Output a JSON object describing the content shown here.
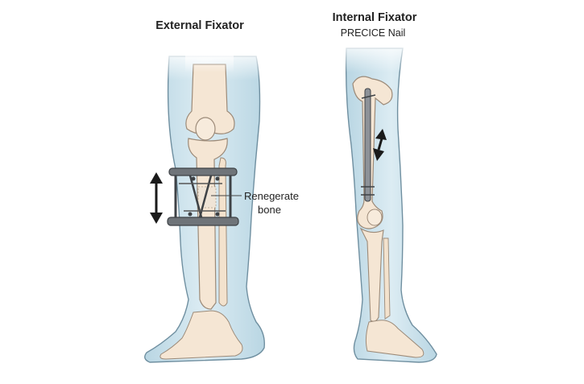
{
  "left_panel": {
    "title": "External Fixator",
    "callout_line1": "Renegerate",
    "callout_line2": "bone"
  },
  "right_panel": {
    "title": "Internal Fixator",
    "subtitle": "PRECICE Nail"
  },
  "colors": {
    "skin": "#cfe3ec",
    "skin_edge": "#5e7f90",
    "bone": "#f5e6d4",
    "bone_edge": "#9c8a78",
    "metal": "#6f7479",
    "metal_dark": "#3e4246",
    "arrow": "#1a1a1a"
  }
}
